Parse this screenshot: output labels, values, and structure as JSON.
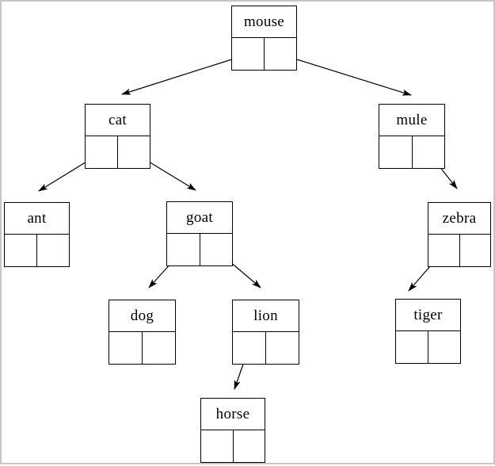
{
  "diagram": {
    "type": "binary-tree",
    "root": "mouse",
    "nodes": {
      "mouse": {
        "label": "mouse",
        "left_child": "cat",
        "right_child": "mule"
      },
      "cat": {
        "label": "cat",
        "left_child": "ant",
        "right_child": "goat"
      },
      "mule": {
        "label": "mule",
        "left_child": null,
        "right_child": "zebra"
      },
      "ant": {
        "label": "ant",
        "left_child": null,
        "right_child": null
      },
      "goat": {
        "label": "goat",
        "left_child": "dog",
        "right_child": "lion"
      },
      "zebra": {
        "label": "zebra",
        "left_child": "tiger",
        "right_child": null
      },
      "dog": {
        "label": "dog",
        "left_child": null,
        "right_child": null
      },
      "lion": {
        "label": "lion",
        "left_child": "horse",
        "right_child": null
      },
      "tiger": {
        "label": "tiger",
        "left_child": null,
        "right_child": null
      },
      "horse": {
        "label": "horse",
        "left_child": null,
        "right_child": null
      }
    },
    "edges": [
      {
        "from": "mouse",
        "slot": "left",
        "to": "cat"
      },
      {
        "from": "mouse",
        "slot": "right",
        "to": "mule"
      },
      {
        "from": "cat",
        "slot": "left",
        "to": "ant"
      },
      {
        "from": "cat",
        "slot": "right",
        "to": "goat"
      },
      {
        "from": "mule",
        "slot": "right",
        "to": "zebra"
      },
      {
        "from": "goat",
        "slot": "left",
        "to": "dog"
      },
      {
        "from": "goat",
        "slot": "right",
        "to": "lion"
      },
      {
        "from": "zebra",
        "slot": "left",
        "to": "tiger"
      },
      {
        "from": "lion",
        "slot": "left",
        "to": "horse"
      }
    ],
    "colors": {
      "line": "#000000",
      "box_border": "#000000",
      "background": "#ffffff",
      "page_border": "#c6c6c6"
    }
  }
}
